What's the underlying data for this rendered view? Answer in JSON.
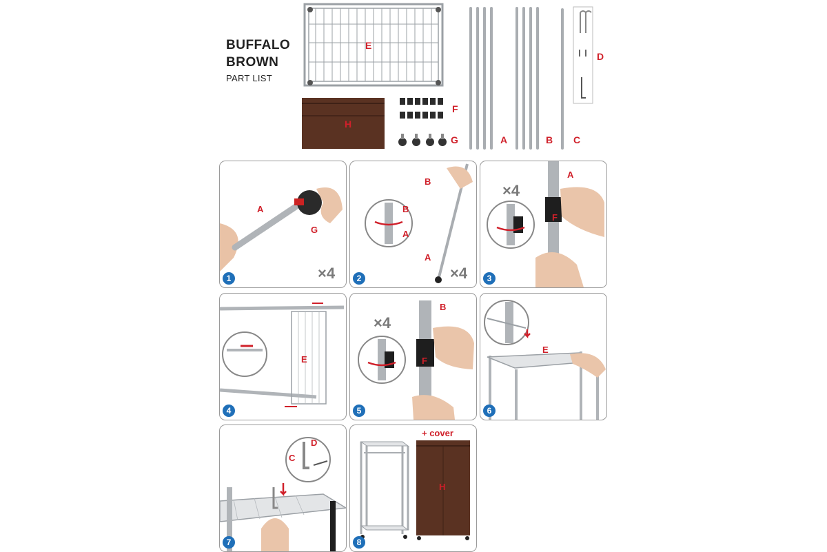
{
  "header": {
    "brand_line1": "BUFFALO",
    "brand_line2": "BROWN",
    "subtitle": "PART LIST"
  },
  "parts": {
    "A": "A",
    "B": "B",
    "C": "C",
    "D": "D",
    "E": "E",
    "F": "F",
    "G": "G",
    "H": "H"
  },
  "steps": [
    {
      "number": "1",
      "labels": [
        "A",
        "G"
      ],
      "multiplier": "×4"
    },
    {
      "number": "2",
      "labels": [
        "B",
        "B",
        "A",
        "A"
      ],
      "multiplier": "×4"
    },
    {
      "number": "3",
      "labels": [
        "A",
        "F"
      ],
      "multiplier": "×4"
    },
    {
      "number": "4",
      "labels": [
        "E"
      ],
      "multiplier": ""
    },
    {
      "number": "5",
      "labels": [
        "B",
        "F"
      ],
      "multiplier": "×4"
    },
    {
      "number": "6",
      "labels": [
        "E"
      ],
      "multiplier": ""
    },
    {
      "number": "7",
      "labels": [
        "C",
        "D"
      ],
      "multiplier": ""
    },
    {
      "number": "8",
      "labels": [
        "H"
      ],
      "multiplier": "",
      "note": "+ cover"
    }
  ],
  "colors": {
    "accent_red": "#d0202a",
    "badge_blue": "#1f6fb8",
    "cover_brown": "#5a3222",
    "metal": "#b8bcc0"
  }
}
